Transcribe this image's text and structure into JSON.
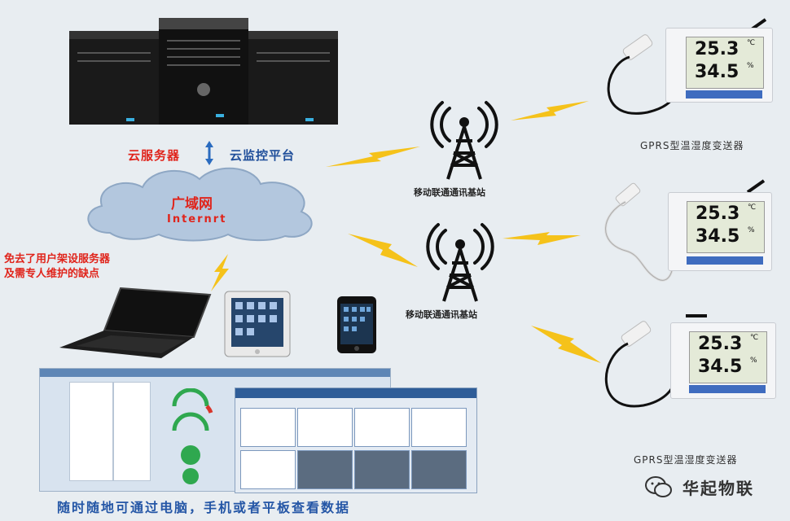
{
  "labels": {
    "cloud_server": "云服务器",
    "cloud_platform": "云监控平台",
    "wan": "广域网",
    "internet": "Internrt",
    "note_line1": "免去了用户架设服务器",
    "note_line2": "及需专人维护的缺点",
    "base_station_1": "移动联通通讯基站",
    "base_station_2": "移动联通通讯基站",
    "sensor_1": "GPRS型温湿度变送器",
    "sensor_3": "GPRS型温湿度变送器",
    "caption": "随时随地可通过电脑，手机或者平板查看数据",
    "brand": "华起物联"
  },
  "sensor_display": {
    "temperature": "25.3",
    "humidity": "34.5",
    "temp_unit": "℃",
    "hum_unit": "%"
  },
  "colors": {
    "red_label": "#e0241b",
    "blue_label": "#1f4e9a",
    "lightning": "#f5c21a",
    "cloud": "#b3c7de"
  }
}
